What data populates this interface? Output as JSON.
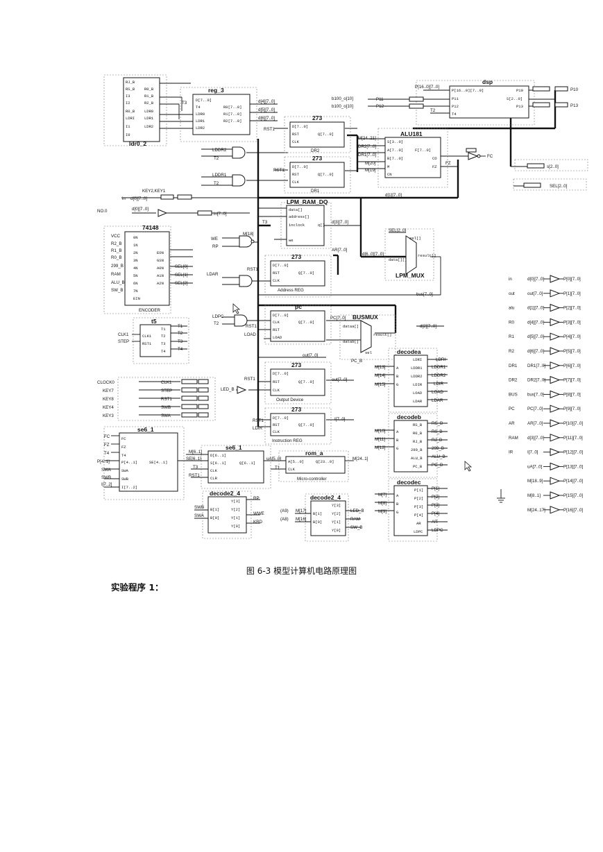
{
  "caption": "图 6-3 模型计算机电路原理图",
  "heading": "实验程序 1：",
  "blocks": {
    "ldr": "ldr0_2",
    "reg": "reg_3",
    "dr2": "273",
    "dr2_sub": "DR2",
    "dr1": "273",
    "dr1_sub": "DR1",
    "alu": "ALU181",
    "dsp": "dsp",
    "ram": "LPM_RAM_DQ",
    "encoder": "74148",
    "encoder_sub": "ENCODER",
    "ar": "273",
    "ar_sub": "Address REG",
    "pc": "pc",
    "busmux": "BUSMUX",
    "lpm_mux": "LPM_MUX",
    "t5": "t5",
    "outdev": "273",
    "outdev_sub": "Output Device",
    "ir": "273",
    "ir_sub": "Instruction REG",
    "decodea": "decodea",
    "decodeb": "decodeb",
    "decodec": "decodec",
    "se6_1a": "se6_1",
    "se6_1b": "se6_1",
    "rom": "rom_a",
    "rom_sub": "Micro-controller",
    "d24a": "decode2_4",
    "d24b": "decode2_4"
  },
  "signals": {
    "k1": "KEY2,KEY1",
    "no": "NO.0",
    "clock": "CLOCK0",
    "keys": [
      "KEY7",
      "KEY8",
      "KEY4",
      "KEY3"
    ],
    "clk_in": [
      "CLK1",
      "STEP",
      "RST1",
      "SWB",
      "SWA"
    ],
    "led": "LED_B",
    "fc": "FC",
    "fz": "FZ",
    "p10": "P10",
    "p13": "P13",
    "s": "s[2..0]",
    "sel": "SEL[2..0]"
  },
  "probes": [
    {
      "name": "in",
      "bus": "d[0][7..0]",
      "out": "P[0][7..0]"
    },
    {
      "name": "out",
      "bus": "out[7..0]",
      "out": "P[1][7..0]"
    },
    {
      "name": "alu",
      "bus": "d[1][7..0]",
      "out": "P[2][7..0]"
    },
    {
      "name": "R0",
      "bus": "d[4][7..0]",
      "out": "P[3][7..0]"
    },
    {
      "name": "R1",
      "bus": "d[5][7..0]",
      "out": "P[4][7..0]"
    },
    {
      "name": "R2",
      "bus": "d[6][7..0]",
      "out": "P[5][7..0]"
    },
    {
      "name": "DR1",
      "bus": "DR1[7..0]",
      "out": "P[6][7..0]"
    },
    {
      "name": "DR2",
      "bus": "DR2[7..0]",
      "out": "P[7][7..0]"
    },
    {
      "name": "BUS",
      "bus": "bus[7..0]",
      "out": "P[8][7..0]"
    },
    {
      "name": "PC",
      "bus": "PC[7..0]",
      "out": "P[9][7..0]"
    },
    {
      "name": "AR",
      "bus": "AR[7..0]",
      "out": "P[10][7..0]"
    },
    {
      "name": "RAM",
      "bus": "d[3][7..0]",
      "out": "P[11][7..0]"
    },
    {
      "name": "IR",
      "bus": "I[7..0]",
      "out": "P[12][7..0]"
    },
    {
      "name": "",
      "bus": "uA[7..0]",
      "out": "P[13][7..0]"
    },
    {
      "name": "",
      "bus": "M[18..9]",
      "out": "P[14][7..0]"
    },
    {
      "name": "",
      "bus": "M[8..1]",
      "out": "P[15][7..0]"
    },
    {
      "name": "",
      "bus": "M[24..17]",
      "out": "P[16][7..0]"
    }
  ]
}
